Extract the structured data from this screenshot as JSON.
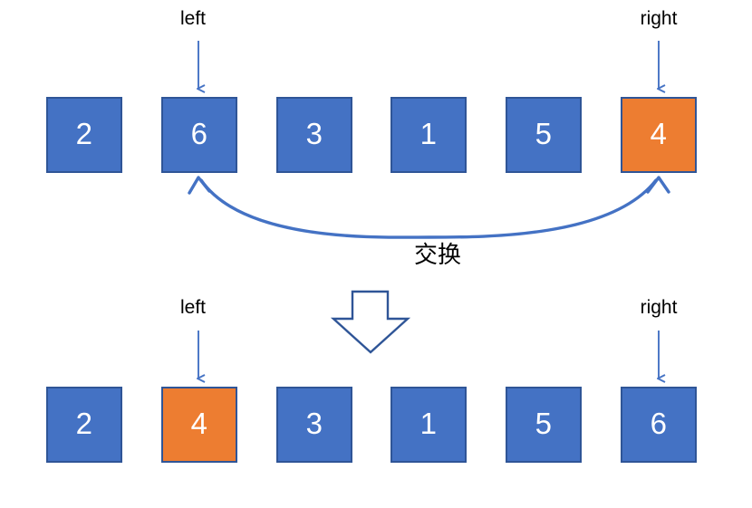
{
  "diagram": {
    "title_text": "",
    "colors": {
      "array_blue_fill": "#4472C4",
      "highlight_orange_fill": "#ED7D31",
      "box_border": "#2F5597",
      "arrow_blue": "#4472C4",
      "hollow_arrow_stroke": "#2F5597",
      "text_black": "#000000",
      "cell_value_text": "#FFFFFF",
      "background": "#FFFFFF"
    },
    "rows": [
      {
        "id": "before",
        "cells": [
          {
            "value": "2",
            "state": "normal"
          },
          {
            "value": "6",
            "state": "normal"
          },
          {
            "value": "3",
            "state": "normal"
          },
          {
            "value": "1",
            "state": "normal"
          },
          {
            "value": "5",
            "state": "normal"
          },
          {
            "value": "4",
            "state": "highlighted"
          }
        ],
        "pointers": [
          {
            "label": "left",
            "cell_index": 1
          },
          {
            "label": "right",
            "cell_index": 5
          }
        ]
      },
      {
        "id": "after",
        "cells": [
          {
            "value": "2",
            "state": "normal"
          },
          {
            "value": "4",
            "state": "highlighted"
          },
          {
            "value": "3",
            "state": "normal"
          },
          {
            "value": "1",
            "state": "normal"
          },
          {
            "value": "5",
            "state": "normal"
          },
          {
            "value": "6",
            "state": "normal"
          }
        ],
        "pointers": [
          {
            "label": "left",
            "cell_index": 1
          },
          {
            "label": "right",
            "cell_index": 5
          }
        ]
      }
    ],
    "swap_annotation": {
      "label": "交换",
      "from_cell_index": 1,
      "to_cell_index": 5,
      "arrow_style": "double-headed-curve"
    },
    "transition_arrow": {
      "name": "step-down-arrow",
      "direction": "down",
      "style": "hollow-outline"
    }
  }
}
